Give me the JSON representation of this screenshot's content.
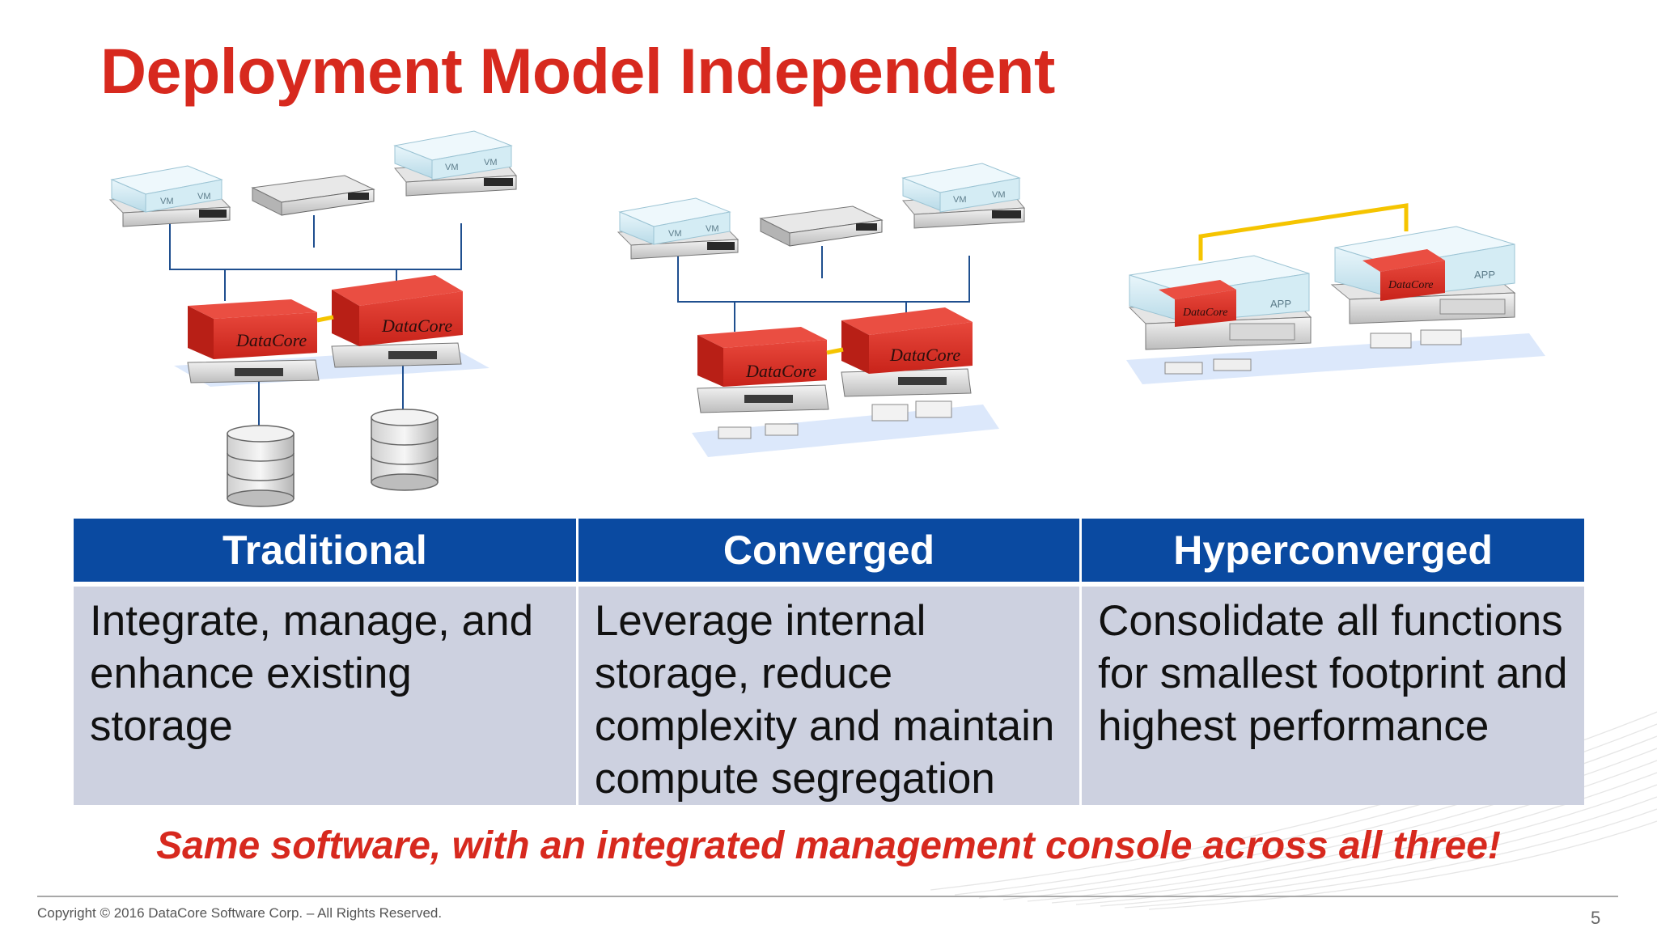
{
  "slide": {
    "title": "Deployment Model Independent",
    "columns": [
      {
        "header": "Traditional",
        "description": "Integrate, manage, and enhance existing storage"
      },
      {
        "header": "Converged",
        "description": "Leverage internal storage, reduce complexity and maintain compute segregation"
      },
      {
        "header": "Hyperconverged",
        "description": "Consolidate all functions for smallest footprint and highest performance"
      }
    ],
    "tagline": "Same software, with an integrated management console across all three!",
    "copyright": "Copyright © 2016 DataCore Software Corp. – All Rights Reserved.",
    "page_number": "5"
  },
  "illustration": {
    "vm_label": "VM",
    "app_label": "APP",
    "brand_label": "DataCore",
    "colors": {
      "title_red": "#d7291e",
      "header_blue": "#0a4aa1",
      "body_gray": "#cdd1e0",
      "appliance_red": "#d62b20",
      "vm_ice": "#cfe8f2",
      "link_yellow": "#f5c400",
      "floor_blue": "#dce8fb"
    }
  }
}
